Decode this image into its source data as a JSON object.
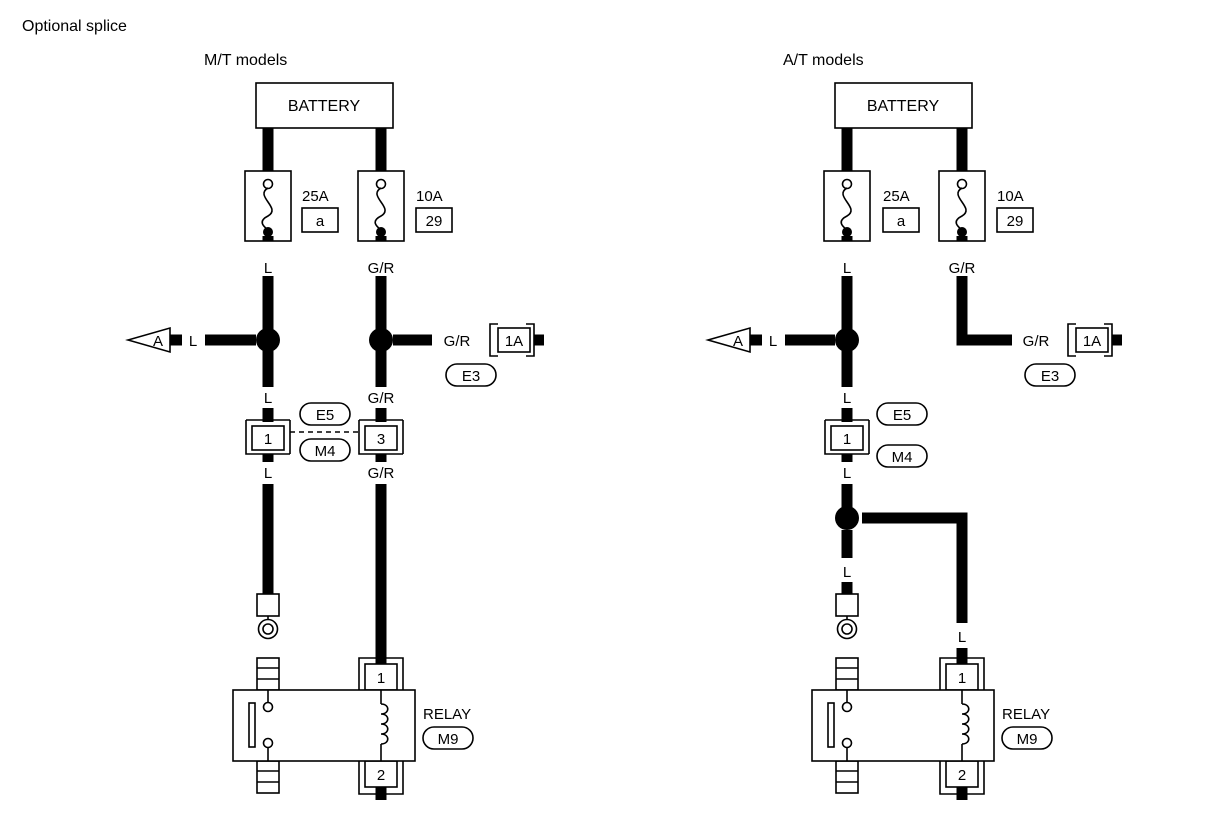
{
  "title": "Optional splice",
  "colors": {
    "ink": "#000000",
    "paper": "#ffffff"
  },
  "mt": {
    "heading": "M/T models",
    "battery": "BATTERY",
    "fuse_left_rating": "25A",
    "fuse_left_id": "a",
    "fuse_right_rating": "10A",
    "fuse_right_id": "29",
    "wire_l_top": "L",
    "wire_gr_top": "G/R",
    "branch_l": "L",
    "arrow_ref": "A",
    "branch_gr": "G/R",
    "conn_1a": "1A",
    "conn_e3": "E3",
    "wire_l_mid": "L",
    "wire_gr_mid": "G/R",
    "conn_e5": "E5",
    "conn_m4": "M4",
    "pin_1": "1",
    "pin_3": "3",
    "wire_l_low": "L",
    "wire_gr_low": "G/R",
    "relay_pin_1": "1",
    "relay_pin_2": "2",
    "relay_label": "RELAY",
    "relay_conn": "M9"
  },
  "at": {
    "heading": "A/T models",
    "battery": "BATTERY",
    "fuse_left_rating": "25A",
    "fuse_left_id": "a",
    "fuse_right_rating": "10A",
    "fuse_right_id": "29",
    "wire_l_top": "L",
    "wire_gr_top": "G/R",
    "branch_l": "L",
    "arrow_ref": "A",
    "branch_gr": "G/R",
    "conn_1a": "1A",
    "conn_e3": "E3",
    "wire_l_mid": "L",
    "conn_e5": "E5",
    "conn_m4": "M4",
    "pin_1": "1",
    "wire_l_low": "L",
    "wire_l_ground": "L",
    "wire_l_relay": "L",
    "relay_pin_1": "1",
    "relay_pin_2": "2",
    "relay_label": "RELAY",
    "relay_conn": "M9"
  }
}
